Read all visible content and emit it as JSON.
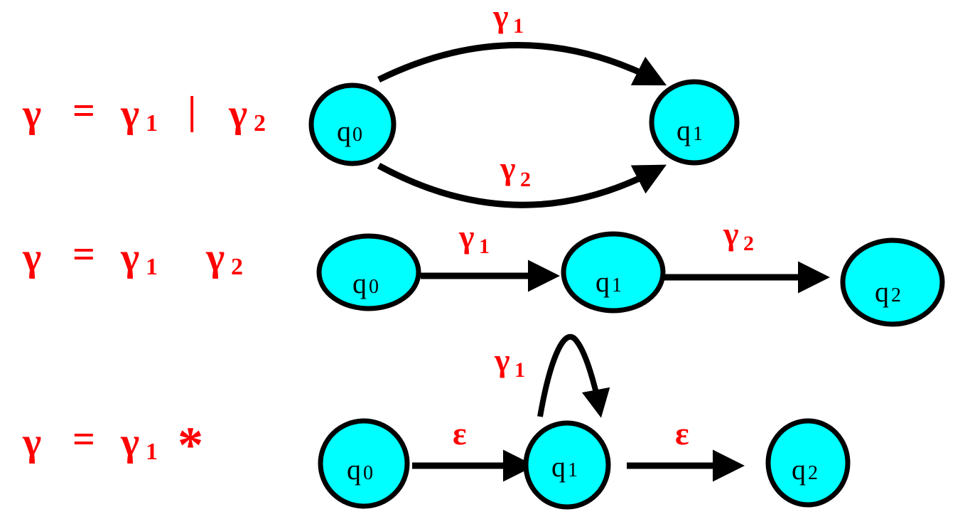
{
  "colors": {
    "label": "#ff0000",
    "state_fill": "#00ffff",
    "stroke": "#000000"
  },
  "rows": [
    {
      "equation": {
        "lhs": "γ",
        "eq": "=",
        "t1": "γ",
        "t1_sub": "1",
        "op": "|",
        "t2": "γ",
        "t2_sub": "2"
      },
      "states": [
        {
          "main": "q",
          "sub": "0"
        },
        {
          "main": "q",
          "sub": "1"
        }
      ],
      "edges": [
        {
          "label": "γ",
          "sub": "1"
        },
        {
          "label": "γ",
          "sub": "2"
        }
      ]
    },
    {
      "equation": {
        "lhs": "γ",
        "eq": "=",
        "t1": "γ",
        "t1_sub": "1",
        "t2": "γ",
        "t2_sub": "2"
      },
      "states": [
        {
          "main": "q",
          "sub": "0"
        },
        {
          "main": "q",
          "sub": "1"
        },
        {
          "main": "q",
          "sub": "2"
        }
      ],
      "edges": [
        {
          "label": "γ",
          "sub": "1"
        },
        {
          "label": "γ",
          "sub": "2"
        }
      ]
    },
    {
      "equation": {
        "lhs": "γ",
        "eq": "=",
        "t1": "γ",
        "t1_sub": "1",
        "op": "*"
      },
      "states": [
        {
          "main": "q",
          "sub": "0"
        },
        {
          "main": "q",
          "sub": "1"
        },
        {
          "main": "q",
          "sub": "2"
        }
      ],
      "edges": [
        {
          "label": "γ",
          "sub": "1"
        },
        {
          "label": "ε"
        },
        {
          "label": "ε"
        }
      ]
    }
  ]
}
